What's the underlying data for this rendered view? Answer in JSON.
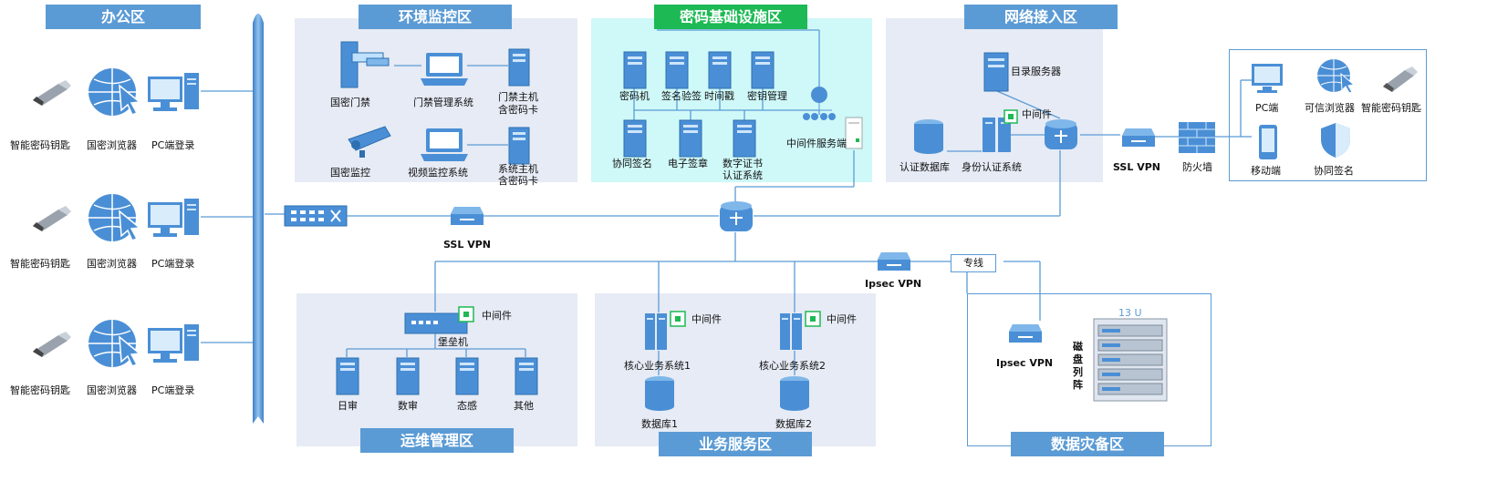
{
  "headers": {
    "office": "办公区",
    "env": "环境监控区",
    "crypto": "密码基础设施区",
    "network": "网络接入区",
    "ops": "运维管理区",
    "business": "业务服务区",
    "backup": "数据灾备区"
  },
  "office_rows": [
    {
      "key": "智能密码钥匙",
      "browser": "国密浏览器",
      "pc": "PC端登录"
    },
    {
      "key": "智能密码钥匙",
      "browser": "国密浏览器",
      "pc": "PC端登录"
    },
    {
      "key": "智能密码钥匙",
      "browser": "国密浏览器",
      "pc": "PC端登录"
    }
  ],
  "env": {
    "door": "国密门禁",
    "door_sys": "门禁管理系统",
    "door_host_1": "门禁主机",
    "door_host_2": "含密码卡",
    "camera": "国密监控",
    "video_sys": "视频监控系统",
    "sys_host_1": "系统主机",
    "sys_host_2": "含密码卡"
  },
  "crypto": {
    "servers_top": [
      "密码机",
      "签名验签",
      "时间戳",
      "密钥管理"
    ],
    "servers_bottom": [
      "协同签名",
      "电子签章"
    ],
    "cert_1": "数字证书",
    "cert_2": "认证系统",
    "middleware_server": "中间件服务端"
  },
  "network": {
    "dir_server": "目录服务器",
    "middleware": "中间件",
    "auth_db": "认证数据库",
    "auth_sys": "身份认证系统",
    "ssl_vpn": "SSL VPN",
    "firewall": "防火墙"
  },
  "remote": {
    "pc": "PC端",
    "browser": "可信浏览器",
    "key": "智能密码钥匙",
    "mobile": "移动端",
    "cosign": "协同签名"
  },
  "center": {
    "ssl_vpn": "SSL VPN",
    "ipsec_vpn": "Ipsec VPN",
    "dedicated": "专线"
  },
  "ops": {
    "middleware": "中间件",
    "bastion": "堡垒机",
    "items": [
      "日审",
      "数审",
      "态感",
      "其他"
    ]
  },
  "business": {
    "middleware_1": "中间件",
    "middleware_2": "中间件",
    "sys1": "核心业务系统1",
    "sys2": "核心业务系统2",
    "db1": "数据库1",
    "db2": "数据库2"
  },
  "backup": {
    "ipsec_vpn": "Ipsec VPN",
    "rack_label": "13 U",
    "disk_1": "磁",
    "disk_2": "盘",
    "disk_3": "列",
    "disk_4": "阵"
  },
  "colors": {
    "header_blue": "#5b9bd5",
    "header_green": "#1db954",
    "zone_gray": "#e6ebf5",
    "zone_cyan": "#cff8f8",
    "device_blue": "#4a8fd6"
  }
}
